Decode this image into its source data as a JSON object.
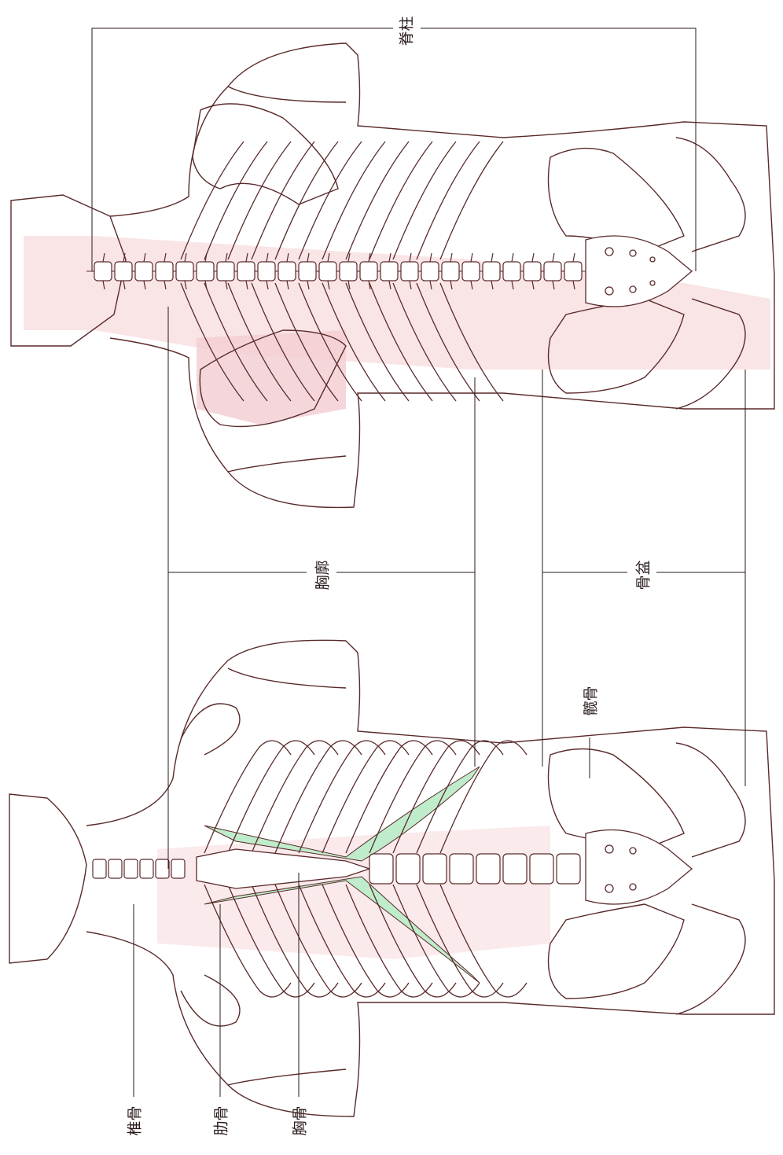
{
  "labels": {
    "spine": "脊柱",
    "thorax": "胸廓",
    "pelvis": "骨盆",
    "ilium": "髋骨",
    "vertebra": "椎骨",
    "rib": "肋骨",
    "sternum": "胸骨"
  },
  "colors": {
    "line": "#5a2a2a",
    "skin_tint": "#f6d9dc",
    "cartilage": "#bfeccb",
    "background": "#ffffff"
  }
}
